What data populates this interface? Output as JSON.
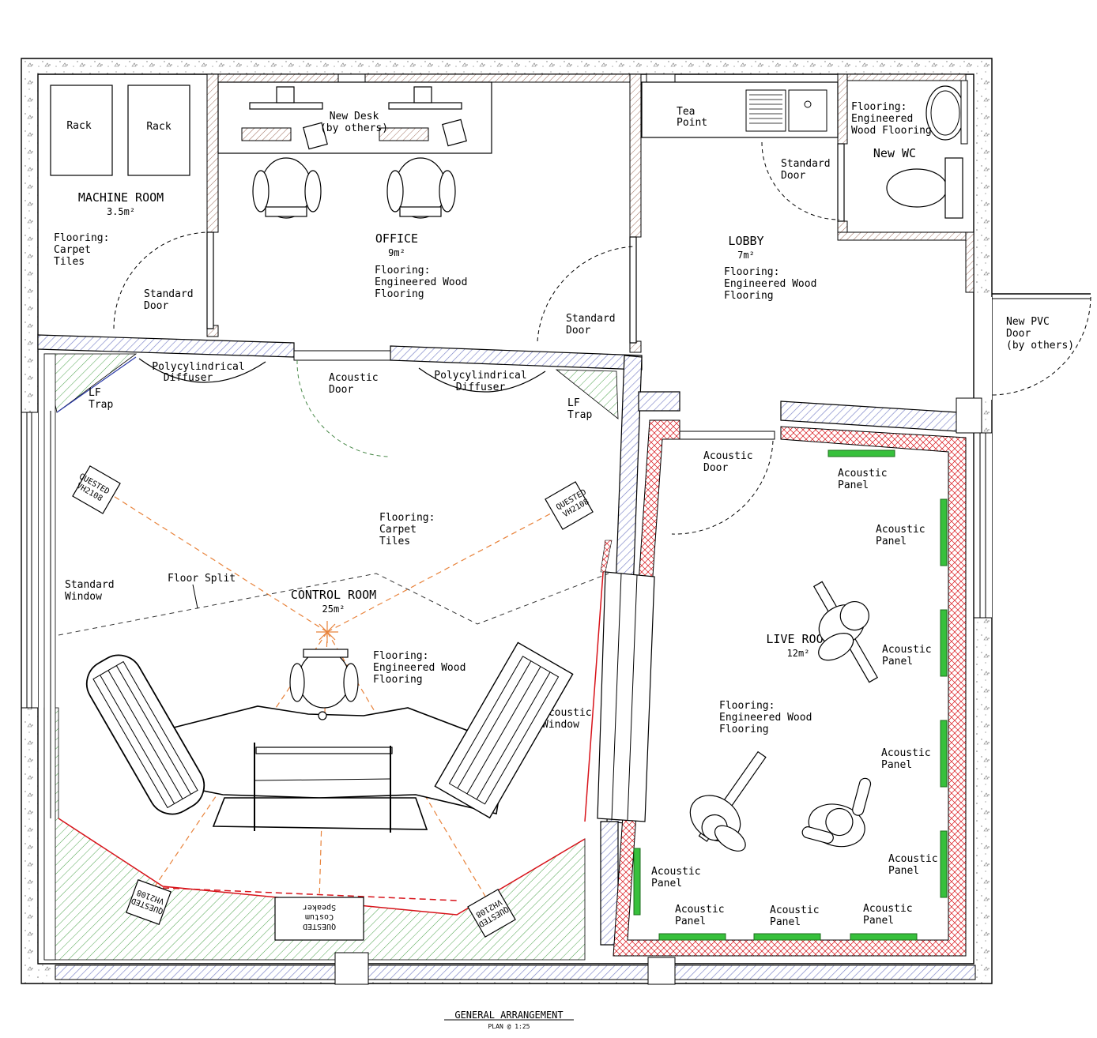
{
  "drawing": {
    "title": "GENERAL ARRANGEMENT",
    "subtitle": "PLAN @ 1:25"
  },
  "rooms": {
    "machine_room": {
      "name": "MACHINE ROOM",
      "area": "3.5m²",
      "flooring": [
        "Flooring:",
        "Carpet",
        "Tiles"
      ],
      "racks": [
        "Rack",
        "Rack"
      ]
    },
    "office": {
      "name": "OFFICE",
      "area": "9m²",
      "flooring": [
        "Flooring:",
        "Engineered Wood",
        "Flooring"
      ],
      "desk": [
        "New Desk",
        "(by others)"
      ]
    },
    "lobby": {
      "name": "LOBBY",
      "area": "7m²",
      "flooring": [
        "Flooring:",
        "Engineered Wood",
        "Flooring"
      ],
      "tea_point": [
        "Tea",
        "Point"
      ]
    },
    "wc": {
      "name": "New WC",
      "flooring": [
        "Flooring:",
        "Engineered",
        "Wood Flooring"
      ]
    },
    "control_room": {
      "name": "CONTROL ROOM",
      "area": "25m²",
      "flooring_carpet": [
        "Flooring:",
        "Carpet",
        "Tiles"
      ],
      "flooring_wood": [
        "Flooring:",
        "Engineered Wood",
        "Flooring"
      ],
      "floor_split": "Floor Split",
      "standard_window": [
        "Standard",
        "Window"
      ],
      "acoustic_window": [
        "Acoustic",
        "Window"
      ],
      "diffuser": [
        "Polycylindrical",
        "Diffuser"
      ],
      "lf_trap": [
        "LF",
        "Trap"
      ],
      "speaker": "QUESTED VH2108",
      "speaker_lines": [
        "QUESTED",
        "VH2108"
      ],
      "centre_speaker": [
        "QUESTED",
        "Costum",
        "Speaker"
      ]
    },
    "live_room": {
      "name": "LIVE ROOM",
      "area": "12m²",
      "flooring": [
        "Flooring:",
        "Engineered Wood",
        "Flooring"
      ]
    }
  },
  "doors": {
    "standard": [
      "Standard",
      "Door"
    ],
    "acoustic": [
      "Acoustic",
      "Door"
    ],
    "pvc": [
      "New PVC",
      "Door",
      "(by others)"
    ]
  },
  "panel_label": [
    "Acoustic",
    "Panel"
  ],
  "colors": {
    "green_hatch": "#3a9a3a",
    "red_hatch": "#d8131a",
    "wall_hatch": "#7a82c8",
    "panel": "#37c03c",
    "sight_line": "#e8823a"
  }
}
